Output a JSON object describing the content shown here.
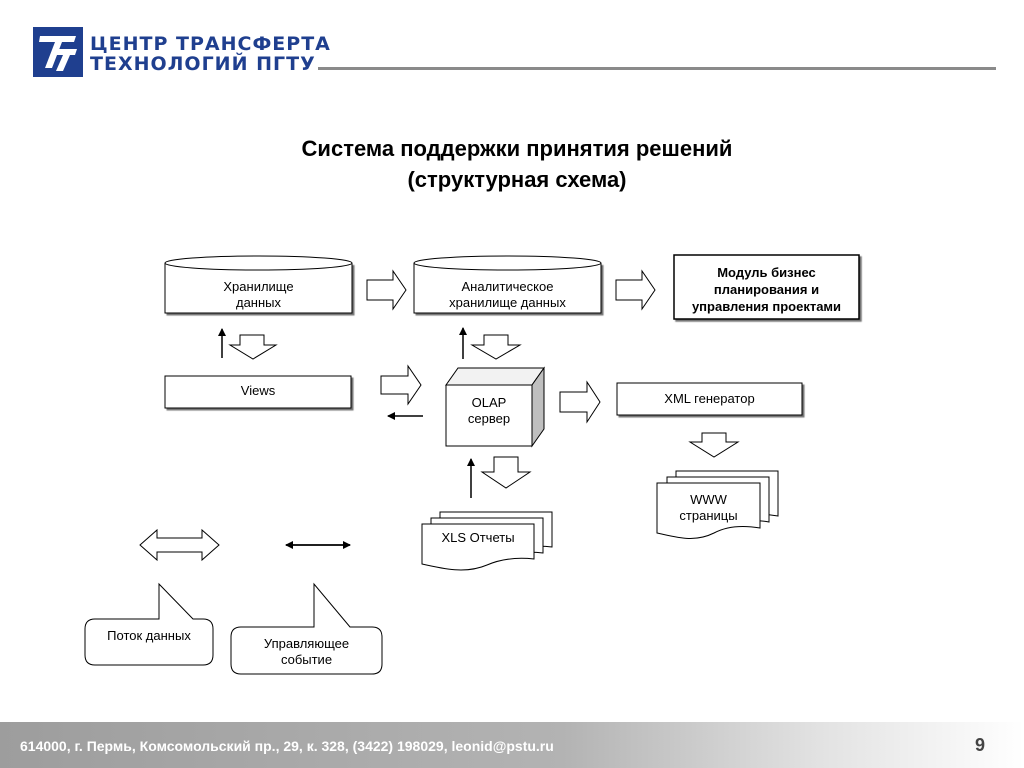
{
  "header": {
    "logo_line1": "ЦЕНТР ТРАНСФЕРТА",
    "logo_line2": "ТЕХНОЛОГИЙ  ПГТУ",
    "logo_icon": "tt-monogram-icon",
    "brand_color": "#1f3f8f"
  },
  "slide": {
    "title_line1": "Система поддержки принятия решений",
    "title_line2": "(структурная схема)"
  },
  "diagram": {
    "data_warehouse": {
      "line1": "Хранилище",
      "line2": "данных"
    },
    "analytic_warehouse": {
      "line1": "Аналитическое",
      "line2": "хранилище данных"
    },
    "business_module": {
      "line1": "Модуль бизнес",
      "line2": "планирования и",
      "line3": "управления проектами"
    },
    "views": "Views",
    "olap": {
      "line1": "OLAP",
      "line2": "сервер"
    },
    "xml_generator": "XML генератор",
    "www_pages": {
      "line1": "WWW",
      "line2": "страницы"
    },
    "xls_reports": "XLS Отчеты",
    "legend_data_flow": "Поток данных",
    "legend_control_event": {
      "line1": "Управляющее",
      "line2": "событие"
    }
  },
  "footer": {
    "address": "614000, г. Пермь, Комсомольский пр., 29, к. 328, (3422) 198029, leonid@pstu.ru",
    "page_number": "9"
  }
}
